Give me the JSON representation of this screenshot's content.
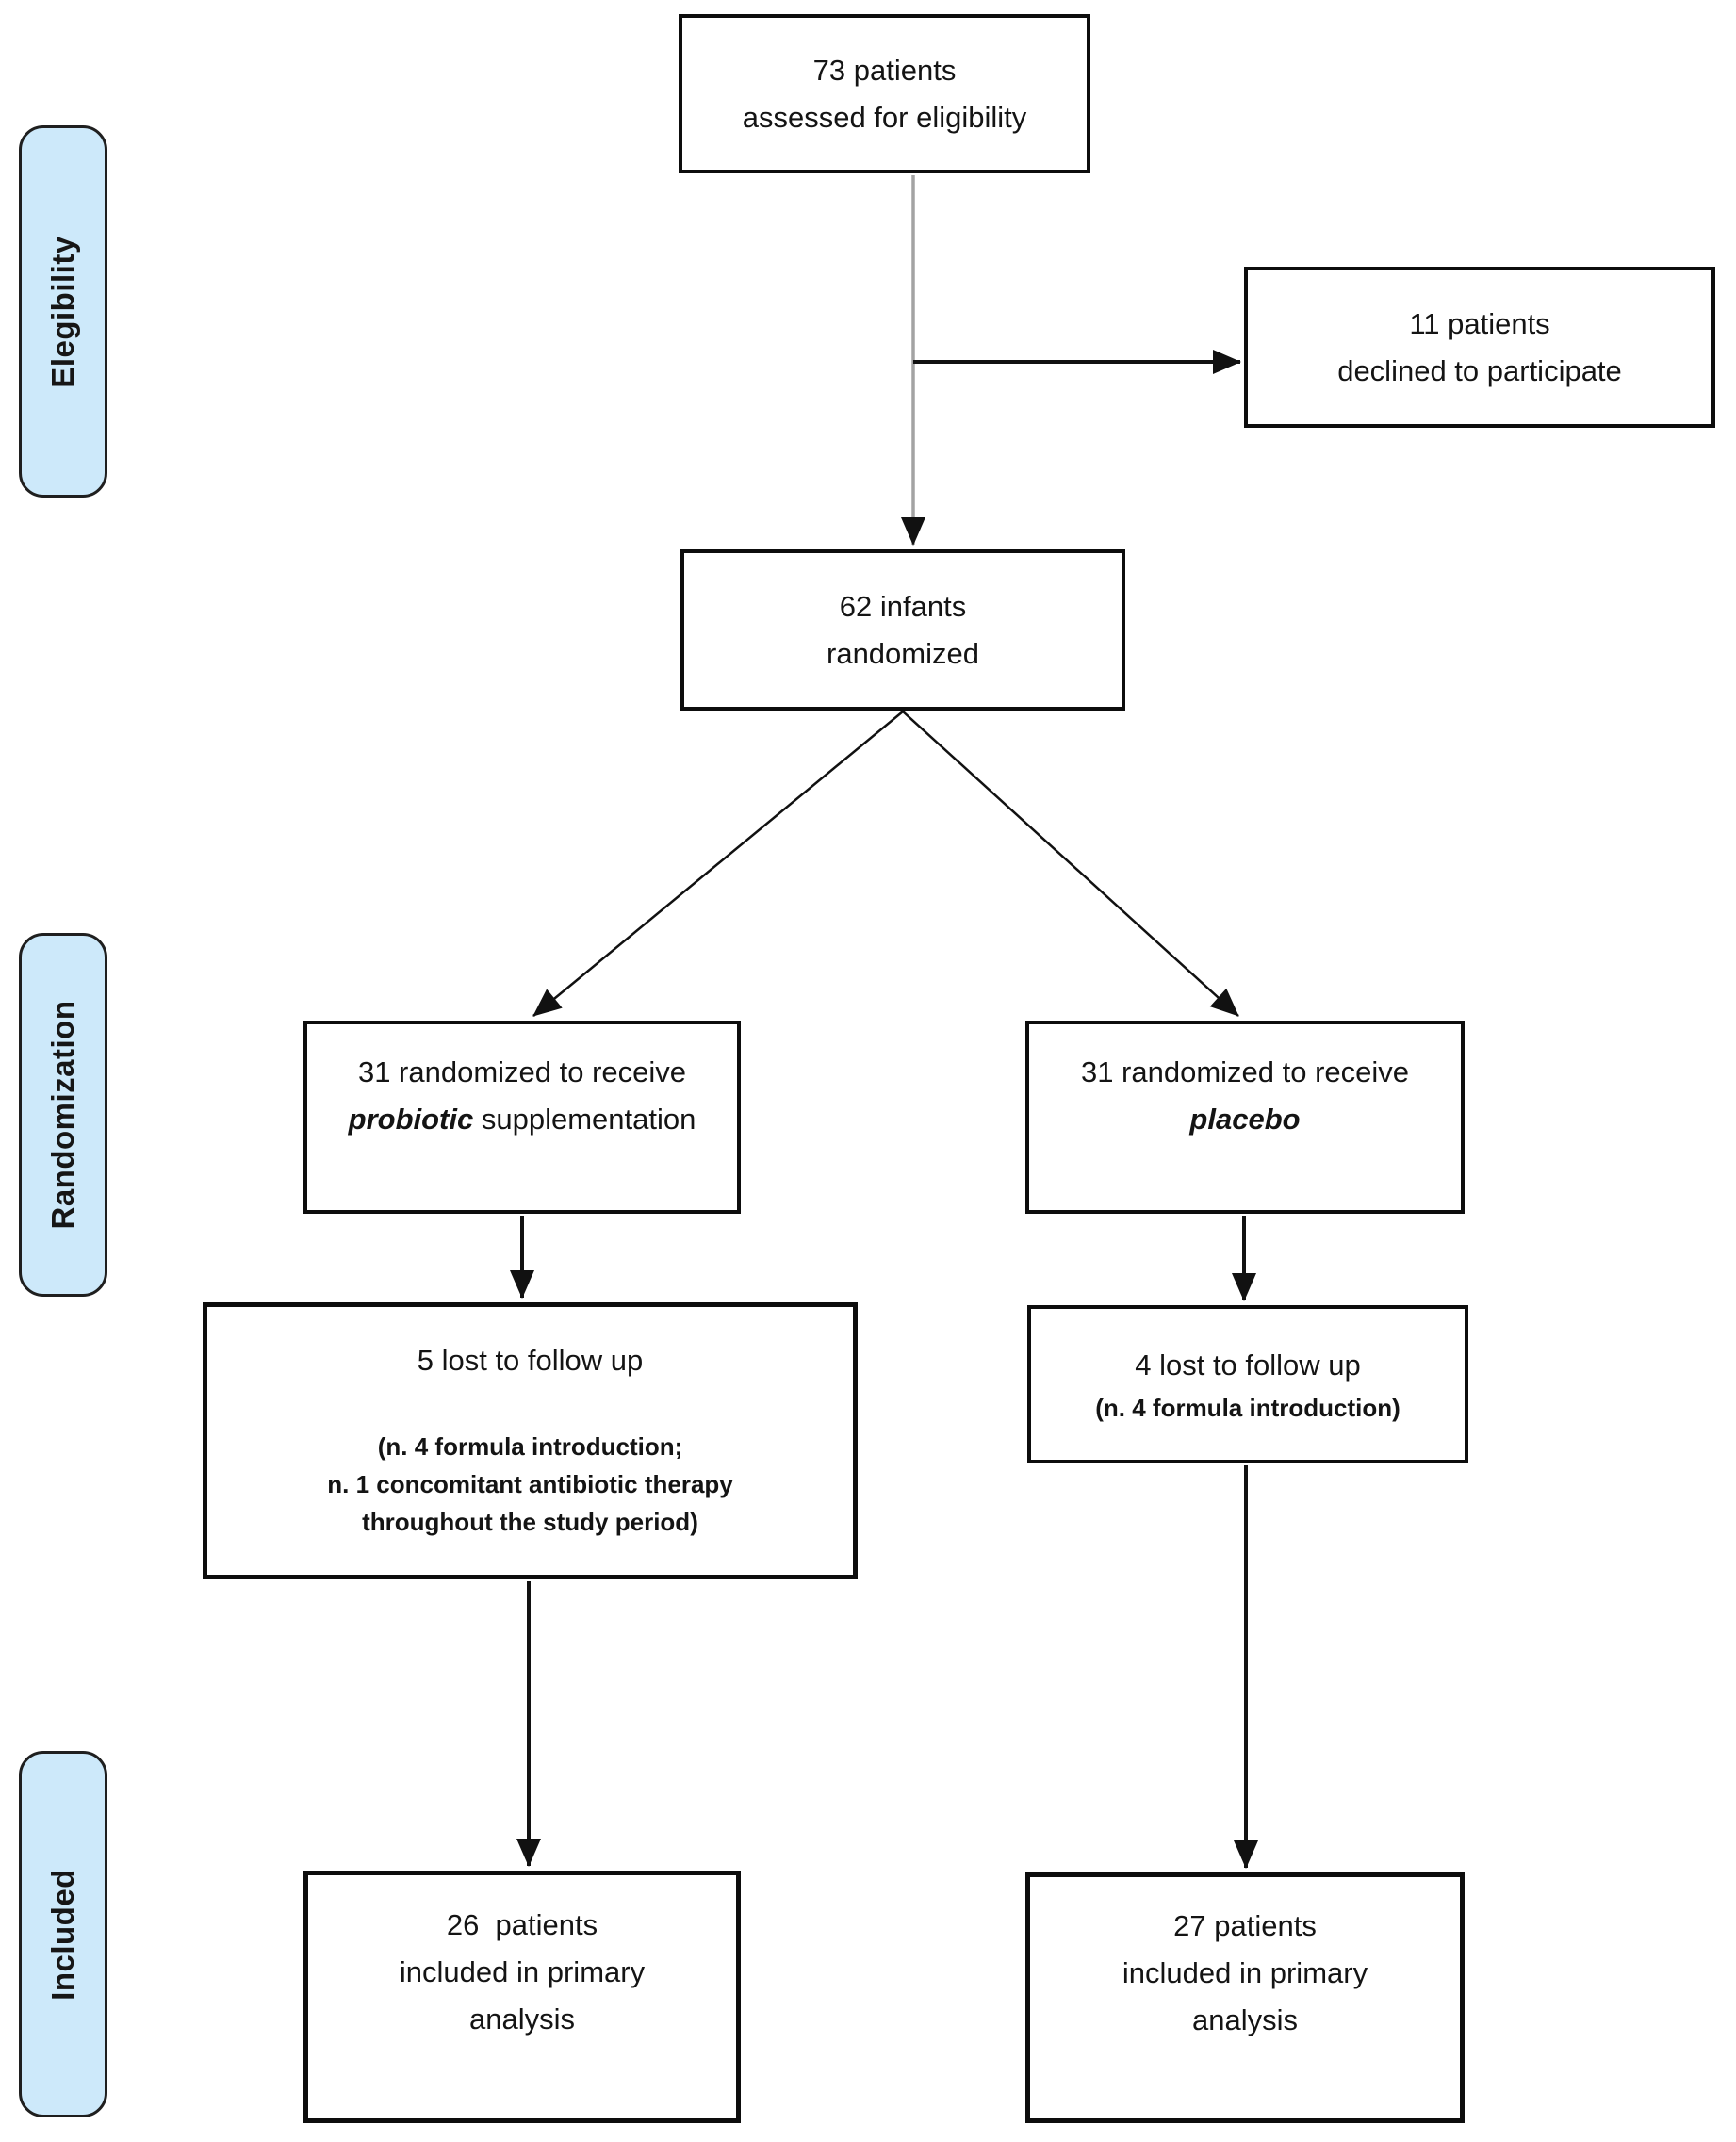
{
  "stage_labels": {
    "eligibility": "Elegibility",
    "randomization": "Randomization",
    "included": "Included"
  },
  "boxes": {
    "assessed": {
      "line1": "73 patients",
      "line2": "assessed for eligibility"
    },
    "declined": {
      "line1": "11 patients",
      "line2": "declined to participate"
    },
    "randomized": {
      "line1": "62 infants",
      "line2": "randomized"
    },
    "probiotic": {
      "line1": "31 randomized to receive",
      "line2_italic": "probiotic",
      "line2_after": " supplementation"
    },
    "placebo": {
      "line1": "31 randomized to receive",
      "line2_italic": "placebo",
      "line2_after": ""
    },
    "lost_probiotic": {
      "line1": "5 lost to follow up",
      "note_lines": [
        "(n. 4 formula introduction;",
        "n. 1 concomitant antibiotic therapy",
        "throughout the study period)"
      ]
    },
    "lost_placebo": {
      "line1": "4 lost to follow up",
      "note_lines": [
        "(n. 4 formula introduction)"
      ]
    },
    "analyzed_probiotic": {
      "line1": "26  patients",
      "line2": "included in primary",
      "line3": "analysis"
    },
    "analyzed_placebo": {
      "line1": "27 patients",
      "line2": "included in primary",
      "line3": "analysis"
    }
  },
  "colors": {
    "label_fill": "#cde9fa",
    "label_border": "#1f1f1f",
    "box_border": "#0d0d0d",
    "text": "#141414",
    "connector_gray": "#a3a3a3",
    "connector_black": "#111111"
  }
}
